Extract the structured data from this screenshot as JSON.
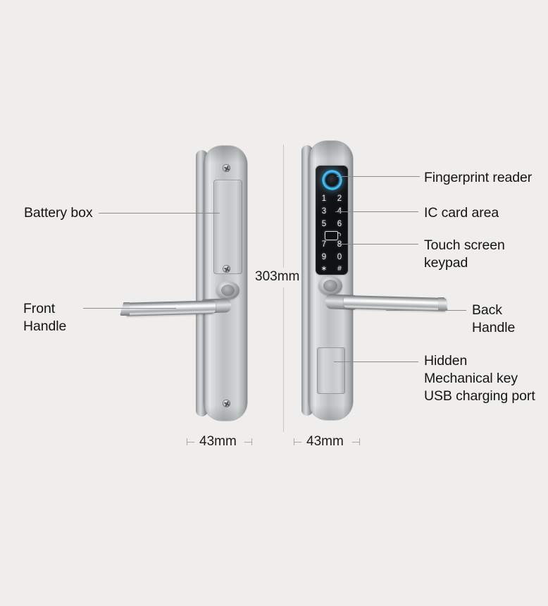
{
  "diagram": {
    "title": "Smart door lock dimensions and component callouts",
    "background_color": "#efeeec"
  },
  "labels": {
    "battery_box": "Battery box",
    "front_handle": "Front\nHandle",
    "fingerprint_reader": "Fingerprint reader",
    "ic_card_area": "IC card area",
    "touch_screen_keypad": "Touch screen\nkeypad",
    "back_handle": "Back\nHandle",
    "hidden_mechanical": "Hidden\nMechanical key\nUSB charging port"
  },
  "dimensions": {
    "height": "303mm",
    "width_front": "43mm",
    "width_back": "43mm"
  },
  "keypad": {
    "rows": [
      [
        "1",
        "2"
      ],
      [
        "3",
        "4"
      ],
      [
        "5",
        "6"
      ],
      [
        "7",
        "8"
      ],
      [
        "9",
        "0"
      ],
      [
        "∗",
        "#"
      ]
    ],
    "ic_icon_name": "ic-card-icon",
    "fingerprint_icon_name": "fingerprint-reader-icon",
    "ring_color": "#55c8f2"
  },
  "colors": {
    "metal_light": "#e3e5e6",
    "metal_mid": "#bdc0c2",
    "metal_dark": "#7f8386",
    "panel_black": "#121315",
    "leader_line": "#8d8d8d",
    "text": "#141414"
  }
}
